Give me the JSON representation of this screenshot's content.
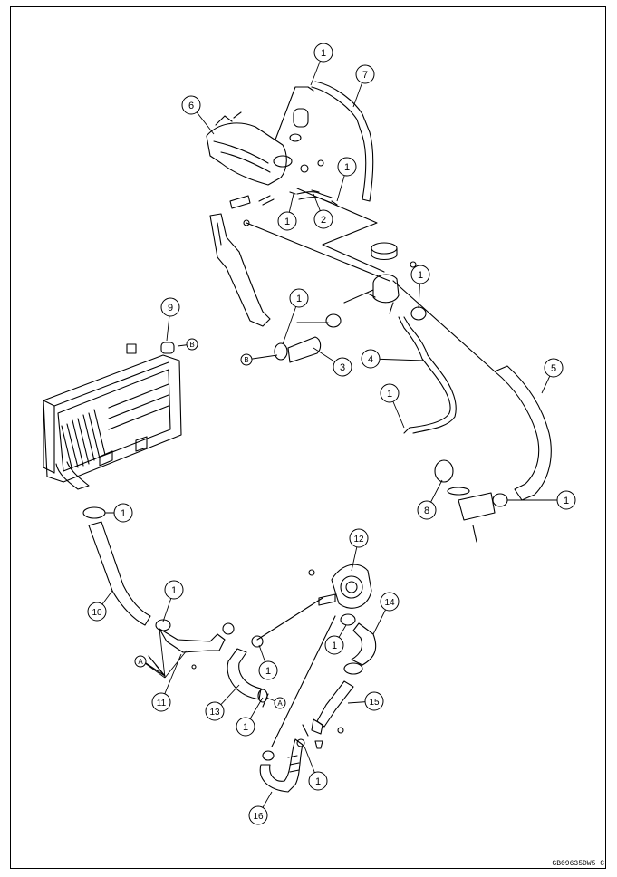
{
  "diagram": {
    "image_code": "GB09635DW5 C",
    "callouts": [
      {
        "id": "c-1a",
        "label": "1"
      },
      {
        "id": "c-7",
        "label": "7"
      },
      {
        "id": "c-6",
        "label": "6"
      },
      {
        "id": "c-1b",
        "label": "1"
      },
      {
        "id": "c-1c",
        "label": "1"
      },
      {
        "id": "c-2",
        "label": "2"
      },
      {
        "id": "c-1d",
        "label": "1"
      },
      {
        "id": "c-1e",
        "label": "1"
      },
      {
        "id": "c-9",
        "label": "9"
      },
      {
        "id": "c-B1",
        "label": "B"
      },
      {
        "id": "c-B2",
        "label": "B"
      },
      {
        "id": "c-3",
        "label": "3"
      },
      {
        "id": "c-4",
        "label": "4"
      },
      {
        "id": "c-5",
        "label": "5"
      },
      {
        "id": "c-1f",
        "label": "1"
      },
      {
        "id": "c-8",
        "label": "8"
      },
      {
        "id": "c-1g",
        "label": "1"
      },
      {
        "id": "c-1h",
        "label": "1"
      },
      {
        "id": "c-12",
        "label": "12"
      },
      {
        "id": "c-1i",
        "label": "1"
      },
      {
        "id": "c-14",
        "label": "14"
      },
      {
        "id": "c-10",
        "label": "10"
      },
      {
        "id": "c-1j",
        "label": "1"
      },
      {
        "id": "c-1k",
        "label": "1"
      },
      {
        "id": "c-A1",
        "label": "A"
      },
      {
        "id": "c-11",
        "label": "11"
      },
      {
        "id": "c-13",
        "label": "13"
      },
      {
        "id": "c-A2",
        "label": "A"
      },
      {
        "id": "c-15",
        "label": "15"
      },
      {
        "id": "c-1l",
        "label": "1"
      },
      {
        "id": "c-1m",
        "label": "1"
      },
      {
        "id": "c-16",
        "label": "16"
      }
    ]
  }
}
